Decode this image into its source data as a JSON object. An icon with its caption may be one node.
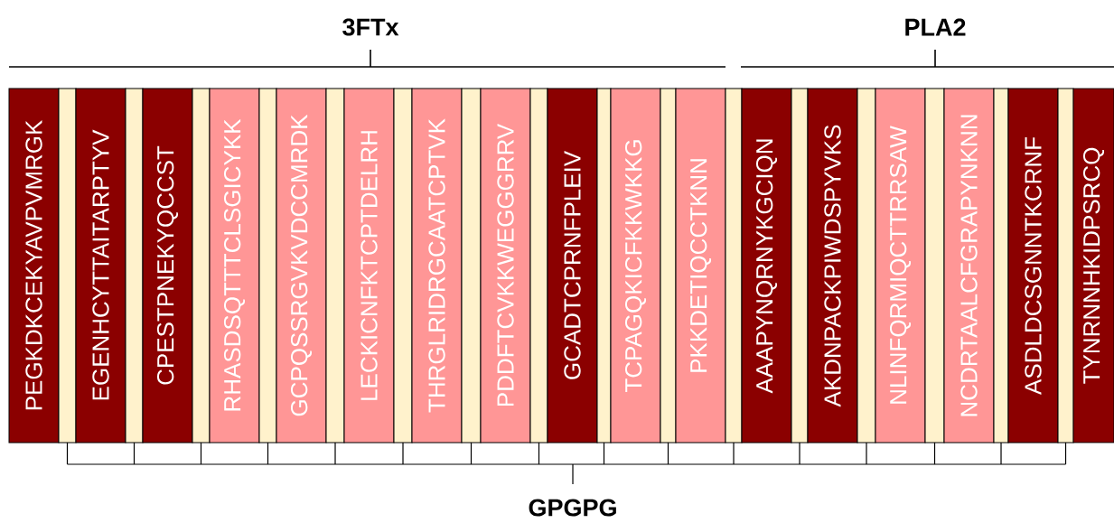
{
  "diagram": {
    "nodes": [
      {
        "text": [
          "PEGKDKCEKYAVPVMRGK"
        ]
      },
      {
        "text": [],
        "shape": "box"
      },
      {
        "text": [
          "EGENHCYTTAITARPTYV"
        ]
      },
      {
        "text": [],
        "shape": "box"
      },
      {
        "text": [
          "CPESTPNEKYQCCST"
        ]
      },
      {
        "text": [],
        "shape": "box"
      },
      {
        "text": [
          "RHASDSQTTTCLSGICYKK"
        ]
      },
      {
        "text": [],
        "shape": "box"
      },
      {
        "text": [
          "GCPQSSRGVKVDCCMRDK"
        ]
      },
      {
        "text": [],
        "shape": "box"
      },
      {
        "text": [
          "LECKICNFKTCPTDELRH"
        ]
      },
      {
        "text": [],
        "shape": "box"
      },
      {
        "text": [
          "THRGLRIDRGCAATCPTVK"
        ]
      },
      {
        "text": [],
        "shape": "box"
      },
      {
        "text": [
          "PDDFTCVKKWEGGGRRV"
        ]
      },
      {
        "text": [],
        "shape": "box"
      },
      {
        "text": [
          "GCADTCPRNFPLEIV"
        ]
      },
      {
        "text": [],
        "shape": "box"
      },
      {
        "text": [
          "TCPAGQKICFKKWKKG"
        ]
      },
      {
        "text": [],
        "shape": "box"
      },
      {
        "text": [
          "PKKDETIQCCTKNN"
        ]
      },
      {
        "text": [],
        "shape": "box"
      },
      {
        "text": [
          "AAAPYNQRNYKGCIQN"
        ]
      },
      {
        "text": [],
        "shape": "box"
      },
      {
        "text": [
          "AKDNPACKPIWDSPYVKS"
        ]
      },
      {
        "text": [],
        "shape": "box"
      },
      {
        "text": [
          "NLINFQRMIQCTTRRSAW"
        ]
      },
      {
        "text": [],
        "shape": "box"
      },
      {
        "text": [
          "NCDRTAALCFGRAPYNKNN"
        ]
      },
      {
        "text": [],
        "shape": "box"
      },
      {
        "text": [
          "ASDLDCSGNNTKCRNF"
        ]
      },
      {
        "text": [],
        "shape": "box"
      },
      {
        "text": [
          "TYNRNNHKIDPSRCQ"
        ]
      }
    ],
    "labels": [
      "3FTx",
      "PLA2",
      "GPGPG"
    ]
  }
}
